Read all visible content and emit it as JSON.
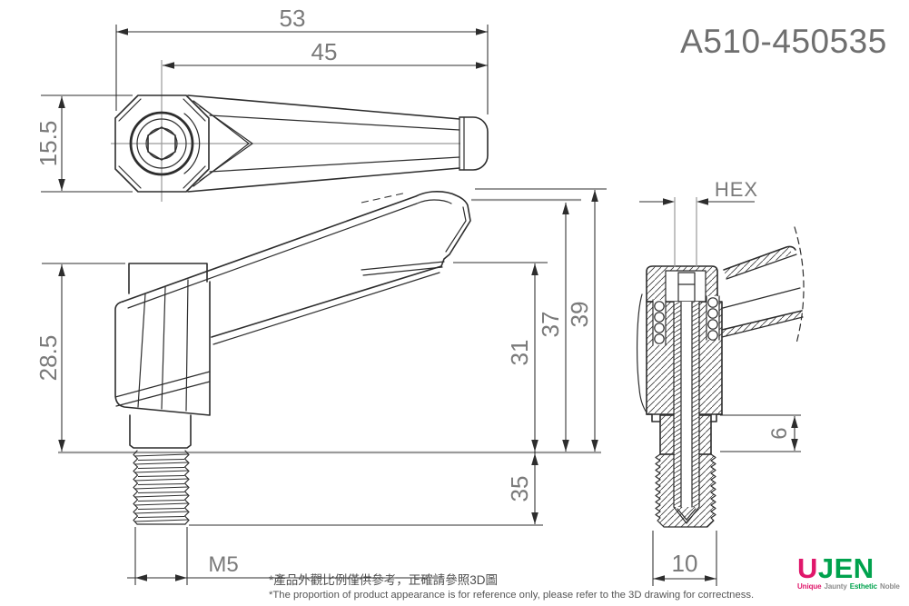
{
  "drawing": {
    "part_number": "A510-450535",
    "note_zh": "*產品外觀比例僅供參考，正確請參照3D圖",
    "note_en": "*The proportion of product appearance is for reference only, please refer to the 3D drawing for correctness.",
    "dimensions": {
      "overall_length": "53",
      "center_to_tip": "45",
      "hub_width": "15.5",
      "hub_height": "28.5",
      "thread_spec": "M5",
      "thread_length": "35",
      "tip_underside_height": "31",
      "tip_mid_height": "37",
      "tip_top_height": "39",
      "socket_label": "HEX",
      "boss_height": "6",
      "stud_diameter": "10"
    },
    "logo": {
      "brand_first": "U",
      "brand_rest": "JEN",
      "tagline_word1": "Unique",
      "tagline_word2": "Jaunty",
      "tagline_word3": "Esthetic",
      "tagline_word4": "Noble"
    },
    "colors": {
      "line": "#2d2d2d",
      "gray_line": "#9a9a9a",
      "dim_text": "#7a7a7a",
      "brand_pink": "#e0176b",
      "brand_green": "#00a24d"
    }
  }
}
